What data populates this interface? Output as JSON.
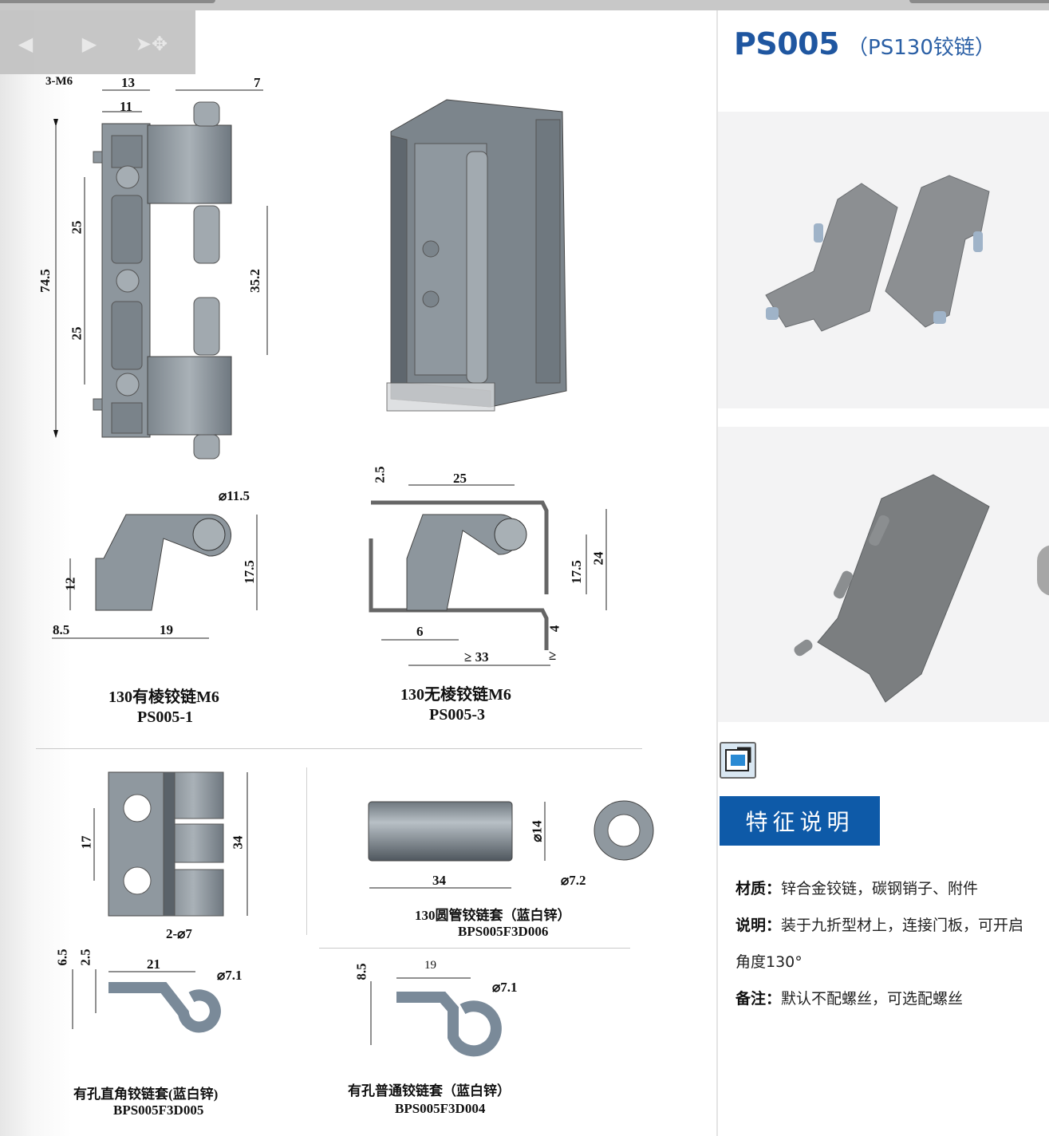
{
  "nav_toolbar": {
    "back_icon": "arrow-left-icon",
    "forward_icon": "arrow-right-icon",
    "pointer_icon": "pointer-move-icon"
  },
  "drawing_sheet": {
    "main_hinge_front": {
      "dims": {
        "holes": "3-M6",
        "width_13": "13",
        "width_11": "11",
        "pin_7": "7",
        "pitch_top": "25",
        "pitch_bottom": "25",
        "total_height": "74.5",
        "pin_gap": "35.2"
      }
    },
    "hinge_ps005_1": {
      "dims": {
        "bore": "⌀11.5",
        "h12": "12",
        "h17_5": "17.5",
        "w8_5": "8.5",
        "w19": "19"
      },
      "caption_name": "130有棱铰链M6",
      "caption_code": "PS005-1"
    },
    "hinge_ps005_3": {
      "dims": {
        "t2_5": "2.5",
        "w25": "25",
        "h17_5": "17.5",
        "h24": "24",
        "w6": "6",
        "w33": "≥ 33",
        "h4": "4",
        "ge": "≥"
      },
      "caption_name": "130无棱铰链M6",
      "caption_code": "PS005-3"
    },
    "bracket_plate": {
      "dims": {
        "pitch17": "17",
        "h34": "34",
        "holes": "2-⌀7"
      }
    },
    "tube_sleeve": {
      "dims": {
        "d14": "⌀14",
        "l34": "34",
        "d7_2": "⌀7.2"
      },
      "caption_name": "130圆管铰链套（蓝白锌）",
      "caption_code": "BPS005F3D006"
    },
    "right_angle_sleeve": {
      "dims": {
        "h6_5": "6.5",
        "h2_5": "2.5",
        "w21": "21",
        "d7_1": "⌀7.1"
      },
      "caption_name": "有孔直角铰链套(蓝白锌)",
      "caption_code": "BPS005F3D005"
    },
    "normal_sleeve": {
      "dims": {
        "h8_5": "8.5",
        "w19": "19",
        "d7_1": "⌀7.1"
      },
      "caption_name": "有孔普通铰链套（蓝白锌）",
      "caption_code": "BPS005F3D004"
    }
  },
  "product": {
    "code": "PS005",
    "subtitle": "（PS130铰链）",
    "feature_button": "特征说明",
    "specs": [
      {
        "key": "材质：",
        "value": "锌合金铰链，碳钢销子、附件"
      },
      {
        "key": "说明：",
        "value": "装于九折型材上，连接门板，可开启"
      },
      {
        "key": "",
        "value": "角度130°"
      },
      {
        "key": "备注：",
        "value": "默认不配螺丝，可选配螺丝"
      }
    ]
  },
  "colors": {
    "brand_blue": "#0e5aa8",
    "title_blue": "#1f56a0",
    "metal_gray": "#8f989f"
  }
}
